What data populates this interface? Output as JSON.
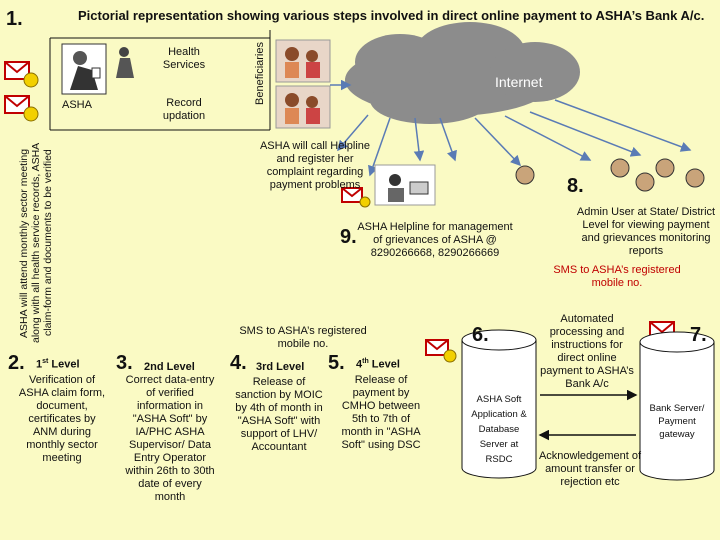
{
  "title": "Pictorial representation showing various steps involved in direct online payment to ASHA’s Bank A/c.",
  "step1": "1.",
  "health_services": "Health Services",
  "record_updation": "Record updation",
  "asha": "ASHA",
  "beneficiaries": "Beneficiaries",
  "internet": "Internet",
  "asha_meeting": "ASHA will attend monthly sector meeting along with all health service records, ASHA claim-form and documents to be verified",
  "helpline_call": "ASHA will call Helpline and register her complaint regarding payment problems",
  "step9": "9.",
  "helpline_info": "ASHA Helpline for management of grievances of ASHA @ 8290266668, 8290266669",
  "step8": "8.",
  "admin_user": "Admin User at State/ District Level for viewing payment and grievances monitoring reports",
  "sms_admin": "SMS to ASHA’s registered mobile no.",
  "sms_left": "SMS to ASHA’s registered mobile no.",
  "step6": "6.",
  "step7": "7.",
  "auto_processing": "Automated processing and instructions for direct online payment to ASHA’s Bank A/c",
  "acknowledgement": "Acknowledgement of amount transfer or rejection etc",
  "asha_soft": "ASHA Soft Application & Database Server at RSDC",
  "bank_server": "Bank Server/ Payment gateway",
  "levels": [
    {
      "num": "2.",
      "ordinal": "1",
      "sup": "st",
      "level": " Level",
      "desc": "Verification of ASHA claim form, document, certificates by ANM during monthly sector meeting"
    },
    {
      "num": "3.",
      "ordinal": "2nd",
      "sup": "",
      "level": " Level",
      "desc": "Correct data-entry of verified information in \"ASHA Soft\" by IA/PHC ASHA Supervisor/ Data Entry Operator within 26th to 30th date of every month"
    },
    {
      "num": "4.",
      "ordinal": "3rd",
      "sup": "",
      "level": " Level",
      "desc": "Release of sanction by MOIC by 4th of month in \"ASHA Soft\" with support of LHV/ Accountant"
    },
    {
      "num": "5.",
      "ordinal": "4",
      "sup": "th",
      "level": " Level",
      "desc": "Release of payment by CMHO between 5th to 7th of month in \"ASHA Soft\" using DSC"
    }
  ],
  "colors": {
    "background": "#fafac4",
    "cloud": "#8c8c8c",
    "envelope": "#c00000",
    "smiley": "#f2d000",
    "db_fill": "#ffffff"
  }
}
